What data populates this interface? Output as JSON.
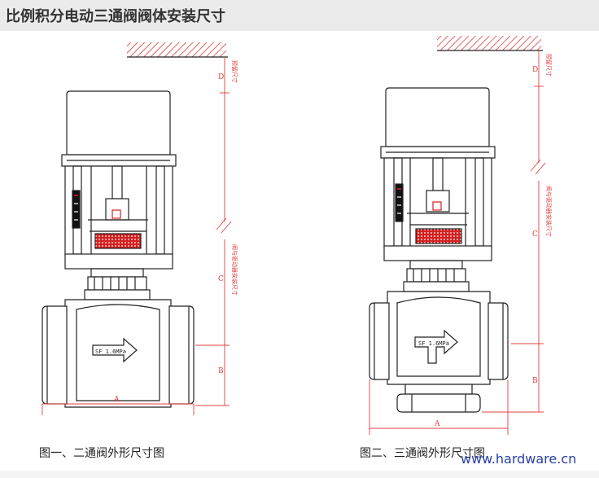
{
  "title": "比例积分电动三通阀阀体安装尺寸",
  "figure1": {
    "caption": "图一、二通阀外形尺寸图",
    "flow_label": "SF  1.6MPa",
    "dims": {
      "A": "A",
      "B": "B",
      "C": "C",
      "D": "D"
    },
    "d_note": "预留尺寸",
    "c_note": "阀与驱动器安装尺寸"
  },
  "figure2": {
    "caption": "图二、三通阀外形尺寸图",
    "flow_label": "SF  1.6MPa",
    "dims": {
      "A": "A",
      "B": "B",
      "C": "C",
      "D": "D"
    },
    "d_note": "预留尺寸",
    "c_note": "阀与驱动器安装尺寸"
  },
  "watermark": "www.hardware.cn",
  "colors": {
    "accent_red": "#d42020",
    "line": "#222222",
    "dim_red": "#e04040",
    "header_bg": "#ebebeb"
  }
}
